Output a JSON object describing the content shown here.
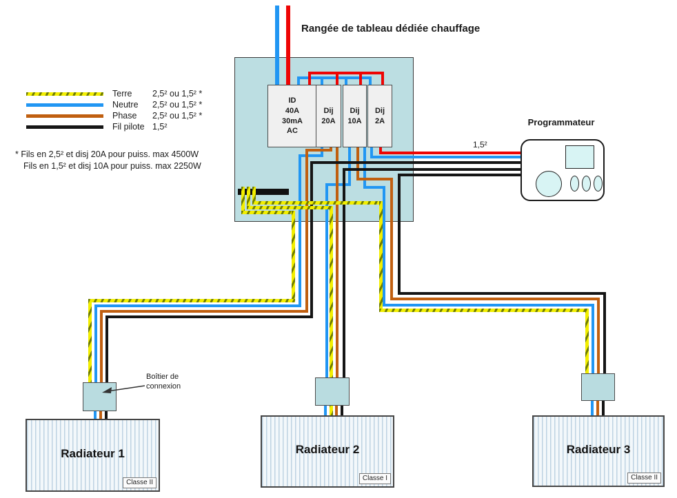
{
  "title": "Rangée de tableau dédiée chauffage",
  "colors": {
    "terre": "#f2ee00",
    "terre_dash": "#6f7d00",
    "neutre": "#2196f3",
    "phase": "#c05f10",
    "fil_pilote": "#151515",
    "supply_red": "#ee0404",
    "panel_bg": "#bcdee2"
  },
  "legend": {
    "items": [
      {
        "name": "Terre",
        "spec": "2,5² ou 1,5² *"
      },
      {
        "name": "Neutre",
        "spec": "2,5² ou 1,5² *"
      },
      {
        "name": "Phase",
        "spec": "2,5² ou 1,5² *"
      },
      {
        "name": "Fil pilote",
        "spec": "1,5²"
      }
    ],
    "notes": [
      "* Fils en 2,5² et disj 20A pour puiss. max 4500W",
      "Fils en 1,5² et disj 10A pour puiss. max 2250W"
    ]
  },
  "panel": {
    "breakers": [
      {
        "label": "ID\n40A\n30mA\nAC"
      },
      {
        "label": "Dij\n20A"
      },
      {
        "label": "Dij\n10A"
      },
      {
        "label": "Dij\n2A"
      }
    ]
  },
  "programmer": {
    "label": "Programmateur",
    "wire_size": "1,5²"
  },
  "junction_box_label": "Boîtier de\nconnexion",
  "radiators": [
    {
      "name": "Radiateur 1",
      "classe": "Classe II"
    },
    {
      "name": "Radiateur 2",
      "classe": "Classe I"
    },
    {
      "name": "Radiateur 3",
      "classe": "Classe II"
    }
  ]
}
